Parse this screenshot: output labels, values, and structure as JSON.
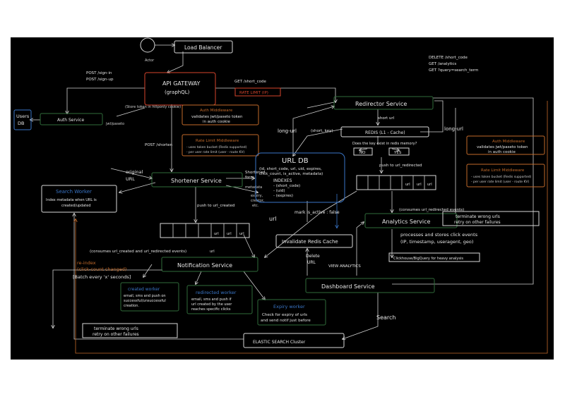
{
  "colors": {
    "background": "#000000",
    "white": "#e8e8e8",
    "red": "#d6452d",
    "orange": "#c26a2a",
    "green": "#2f6b3a",
    "blue": "#3a76c7"
  },
  "actor": {
    "label": "Actor"
  },
  "load_balancer": {
    "label": "Load Balancer"
  },
  "api_gateway": {
    "title": "API GATEWAY",
    "subtitle": "(graphQL)"
  },
  "gateway_routes": {
    "post_auth": "POST /sign-in",
    "post_auth2": "POST /sign-up",
    "post_shorten": "POST /shorten",
    "get_short": "GET /short_code",
    "delete_short": "DELETE /short_code",
    "get_analytics": "GET /analytics",
    "get_query": "GET ?query=search_term"
  },
  "rate_limit_ip": {
    "label": "RATE LIMIT (IP)"
  },
  "users_db": {
    "line1": "Users",
    "line2": "DB"
  },
  "auth_service": {
    "label": "Auth Service",
    "note": "(Store token in httponly cookie)",
    "jwt": "jwt/paseto"
  },
  "auth_middleware_left": {
    "title": "Auth Middleware",
    "text1": "validates jwt/paseto token",
    "text2": "in auth cookie"
  },
  "rate_limit_middleware_left": {
    "title": "Rate Limit Middleware",
    "text1": "- uses token bucket (Redis supported)",
    "text2": "- per user rate limit (user - route KV)"
  },
  "shortener_service": {
    "label": "Shortener Service",
    "original_url": "original",
    "original_url2": "URL",
    "shortened_form": "Shortened",
    "shortened_form2": "form",
    "metadata": "metadata",
    "expiry": "expiry,",
    "expiry2": "creator,",
    "expiry3": "etc.",
    "push_label": "push to url_created"
  },
  "url_db": {
    "title": "URL DB",
    "schema1": "(id, short_code, url, uid, expires,",
    "schema2": "click_count, is_active, metadata)",
    "indexes": "INDEXES",
    "idx1": "- (short_code)",
    "idx2": "- (uid)",
    "idx3": "- (expires)",
    "mark_inactive": "mark is_active : false"
  },
  "redirector_service": {
    "label": "Redirector Service",
    "short_url": "short url",
    "short_key": "(short, key)",
    "long_url_left": "long-url",
    "long_url_right": "long-url",
    "push_redirected": "push to url_redirected"
  },
  "redis": {
    "label": "REDIS (L1 - Cache)",
    "question": "Does the key exist in redis memory?",
    "no": "NO",
    "yes": "YES"
  },
  "auth_middleware_right": {
    "title": "Auth Middleware",
    "text1": "validates jwt/paseto token",
    "text2": "in auth cookie"
  },
  "rate_limit_middleware_right": {
    "title": "Rate Limit Middleware",
    "text1": "- uses token bucket (Redis supported)",
    "text2": "- per user rate limit (user - route KV)"
  },
  "search_worker": {
    "title": "Search Worker",
    "text1": "Index metadata when URL is",
    "text2": "created/updated"
  },
  "queue_created": {
    "cells": [
      "url",
      "url",
      "url"
    ]
  },
  "queue_redirected": {
    "cells": [
      "url",
      "url",
      "url"
    ]
  },
  "url_label": "url",
  "notification_service": {
    "label": "Notification Service",
    "consumes": "(consumes url_created and url_redirected events)",
    "url": "url"
  },
  "reindex": {
    "line1": "re-index",
    "line2": "(click-count changed)",
    "line3": "[Batch every 'x' seconds]"
  },
  "created_worker": {
    "title": "created worker",
    "text1": "email, sms and push on",
    "text2": "successful/unsuccessful",
    "text3": "creation."
  },
  "redirected_worker": {
    "title": "redirected worker",
    "text1": "email, sms and push if",
    "text2": "url created by the user",
    "text3": "reaches specific clicks"
  },
  "expiry_worker": {
    "title": "Expiry worker",
    "text1": "Check for expiry of urls",
    "text2": "and send notif just before"
  },
  "terminate_left": {
    "line1": "terminate wrong urls",
    "line2": "retry on other failures"
  },
  "terminate_right": {
    "line1": "terminate wrong urls",
    "line2": "retry on other failures"
  },
  "invalidate_cache": {
    "label": "Invalidate Redis Cache",
    "delete_url": "Delete",
    "delete_url2": "URL"
  },
  "analytics_service": {
    "label": "Analytics Service",
    "consumes": "(consumes url_redirected events)",
    "process1": "processes and stores click events",
    "process2": "(IP, timestamp, useragent, geo)",
    "clickhouse": "Clickhouse/BigQuery for heavy analysis"
  },
  "dashboard_service": {
    "label": "Dashboard Service",
    "view_analytics": "VIEW ANALYTICS",
    "search": "Search"
  },
  "elastic": {
    "label": "ELASTIC SEARCH Cluster"
  }
}
